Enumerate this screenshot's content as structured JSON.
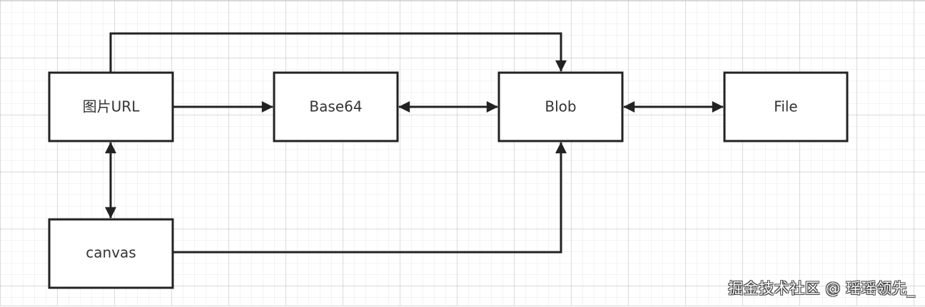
{
  "diagram": {
    "nodes": {
      "image_url": "图片URL",
      "base64": "Base64",
      "blob": "Blob",
      "file": "File",
      "canvas": "canvas"
    },
    "edges": [
      {
        "from": "image_url",
        "to": "base64",
        "direction": "one-way"
      },
      {
        "from": "base64",
        "to": "blob",
        "direction": "two-way"
      },
      {
        "from": "blob",
        "to": "file",
        "direction": "two-way"
      },
      {
        "from": "image_url",
        "to": "blob",
        "direction": "one-way"
      },
      {
        "from": "image_url",
        "to": "canvas",
        "direction": "two-way"
      },
      {
        "from": "canvas",
        "to": "blob",
        "direction": "one-way"
      }
    ]
  },
  "watermark": "掘金技术社区 @ 瑶瑶领先_",
  "colors": {
    "stroke": "#222222",
    "node_fill": "#ffffff",
    "text": "#333333"
  }
}
